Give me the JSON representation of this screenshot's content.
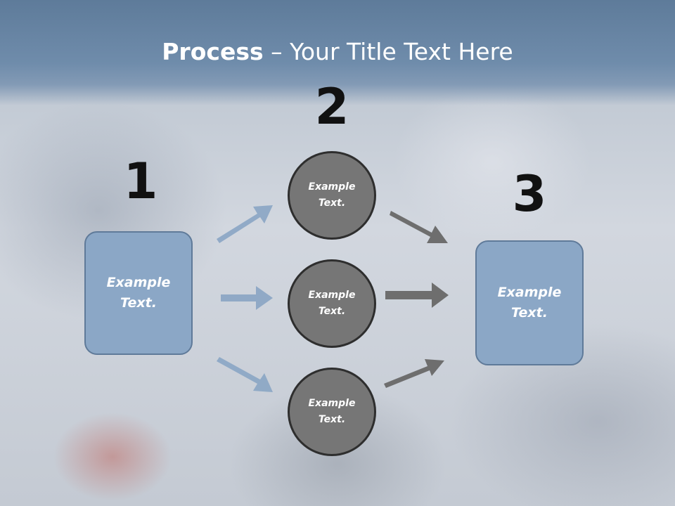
{
  "slide": {
    "title_bold": "Process",
    "title_rest": " – Your Title Text Here"
  },
  "steps": {
    "one": "1",
    "two": "2",
    "three": "3"
  },
  "nodes": {
    "left_box": "Example Text.",
    "circle_top": "Example Text.",
    "circle_middle": "Example Text.",
    "circle_bottom": "Example Text.",
    "right_box": "Example Text."
  },
  "colors": {
    "title_band": "#6f8cab",
    "box_fill": "#8ba7c6",
    "circle_fill": "#767676",
    "blue_arrow": "#8aa5c4",
    "gray_arrow": "#6e6e6e"
  }
}
